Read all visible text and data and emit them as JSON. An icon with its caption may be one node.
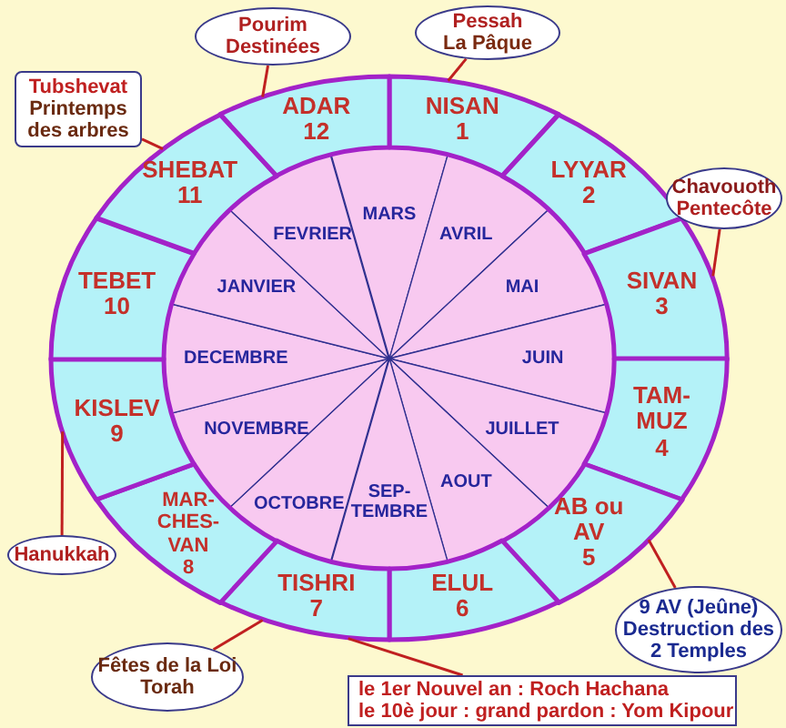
{
  "diagram": {
    "nodes": [
      {
        "text": [
          "NISAN",
          "1"
        ]
      },
      {
        "text": [
          "LYYAR",
          "2"
        ]
      },
      {
        "text": [
          "SIVAN",
          "3"
        ]
      },
      {
        "text": [
          "TAM-MUZ",
          "4"
        ]
      },
      {
        "text": [
          "AB ou AV",
          "5"
        ]
      },
      {
        "text": [
          "ELUL",
          "6"
        ]
      },
      {
        "text": [
          "TISHRI",
          "7"
        ]
      },
      {
        "text": [
          "MAR-CHES-VAN",
          "8"
        ]
      },
      {
        "text": [
          "KISLEV",
          "9"
        ]
      },
      {
        "text": [
          "TEBET",
          "10"
        ]
      },
      {
        "text": [
          "SHEBAT",
          "11"
        ]
      },
      {
        "text": [
          "ADAR",
          "12"
        ]
      },
      {
        "text": [
          "MARS"
        ]
      },
      {
        "text": [
          "AVRIL"
        ]
      },
      {
        "text": [
          "MAI"
        ]
      },
      {
        "text": [
          "JUIN"
        ]
      },
      {
        "text": [
          "JUILLET"
        ]
      },
      {
        "text": [
          "AOUT"
        ]
      },
      {
        "text": [
          "SEP-TEMBRE"
        ]
      },
      {
        "text": [
          "OCTOBRE"
        ]
      },
      {
        "text": [
          "NOVEMBRE"
        ]
      },
      {
        "text": [
          "DECEMBRE"
        ]
      },
      {
        "text": [
          "JANVIER"
        ]
      },
      {
        "text": [
          "FEVRIER"
        ]
      },
      {
        "text": [
          "Pourim",
          "Destinées"
        ]
      },
      {
        "text": [
          "Pessah",
          "La Pâque"
        ]
      },
      {
        "text": [
          "Tubshevat",
          "Printemps des arbres"
        ]
      },
      {
        "text": [
          "Chavouoth",
          "Pentecôte"
        ]
      },
      {
        "text": [
          "Hanukkah"
        ]
      },
      {
        "text": [
          "9 AV (Jeûne)",
          "Destruction des 2 Temples"
        ]
      },
      {
        "text": [
          "Fêtes de la Loi Torah"
        ]
      },
      {
        "text": [
          "le 1er Nouvel an : Roch Hachana",
          "le 10è jour : grand pardon : Yom Kipour"
        ]
      }
    ],
    "edges": [
      {
        "from": 24,
        "to": 11,
        "arrow": "none"
      },
      {
        "from": 25,
        "to": 0,
        "arrow": "none"
      },
      {
        "from": 26,
        "to": 10,
        "arrow": "none"
      },
      {
        "from": 27,
        "to": 2,
        "arrow": "none"
      },
      {
        "from": 28,
        "to": 8,
        "arrow": "none"
      },
      {
        "from": 29,
        "to": 4,
        "arrow": "none"
      },
      {
        "from": 30,
        "to": 6,
        "arrow": "none"
      },
      {
        "from": 31,
        "to": 6,
        "arrow": "none"
      }
    ]
  }
}
